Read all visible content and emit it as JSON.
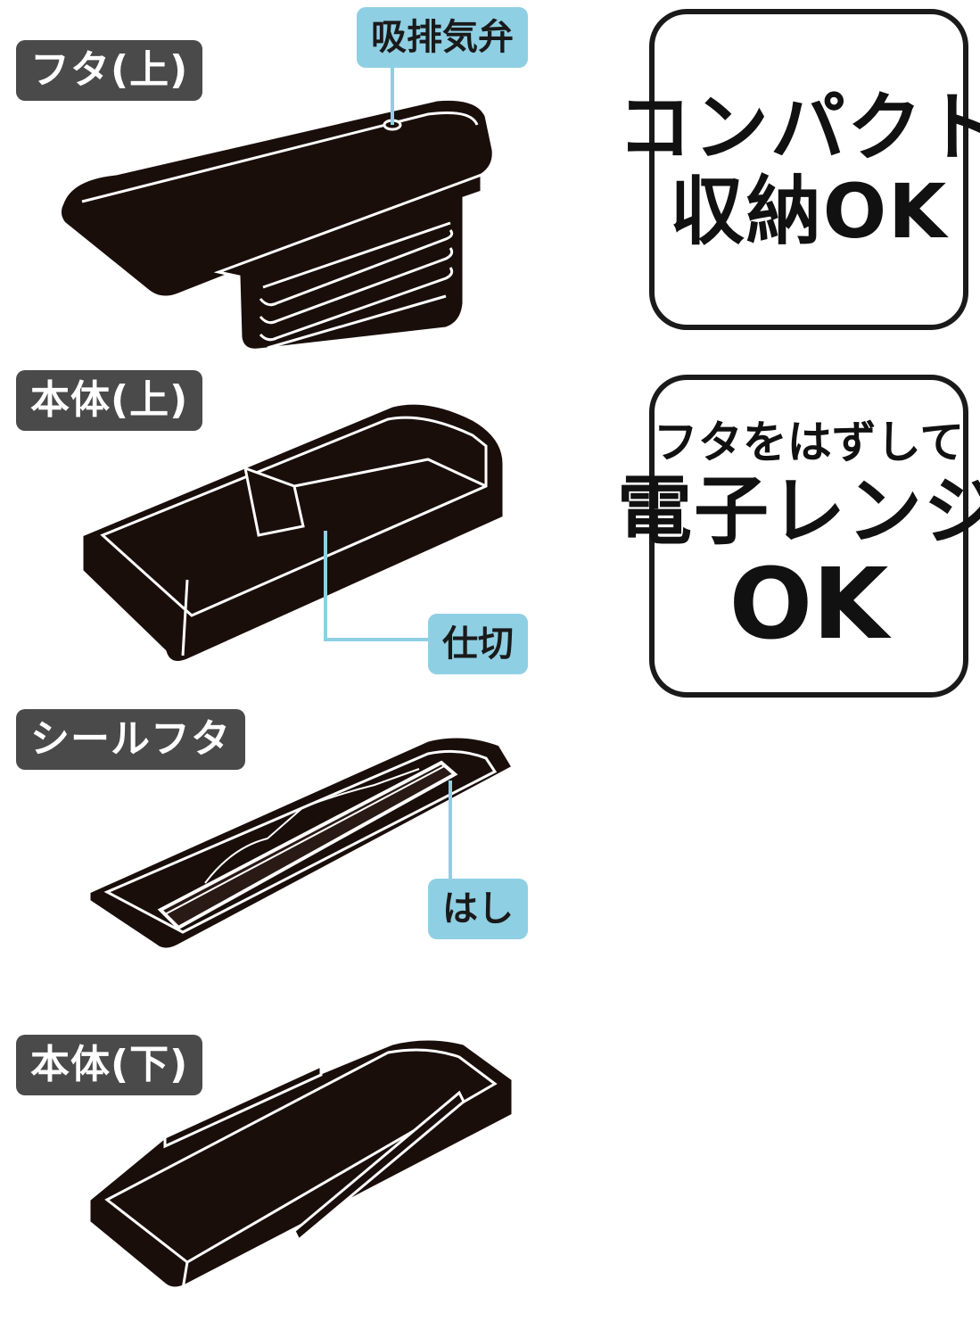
{
  "parts": {
    "lid_top": "フタ(上)",
    "body_top": "本体(上)",
    "seal_lid": "シールフタ",
    "body_bottom": "本体(下)"
  },
  "callouts": {
    "valve": "吸排気弁",
    "divider": "仕切",
    "chopsticks": "はし"
  },
  "features": {
    "compact_line1": "コンパクト",
    "compact_line2": "収納OK",
    "microwave_line1": "フタをはずして",
    "microwave_line2": "電子レンジ",
    "microwave_line3": "OK"
  },
  "colors": {
    "container": "#1a0e0b",
    "callout_bg": "#8fcfe3",
    "label_bg": "#4a4a4a"
  }
}
